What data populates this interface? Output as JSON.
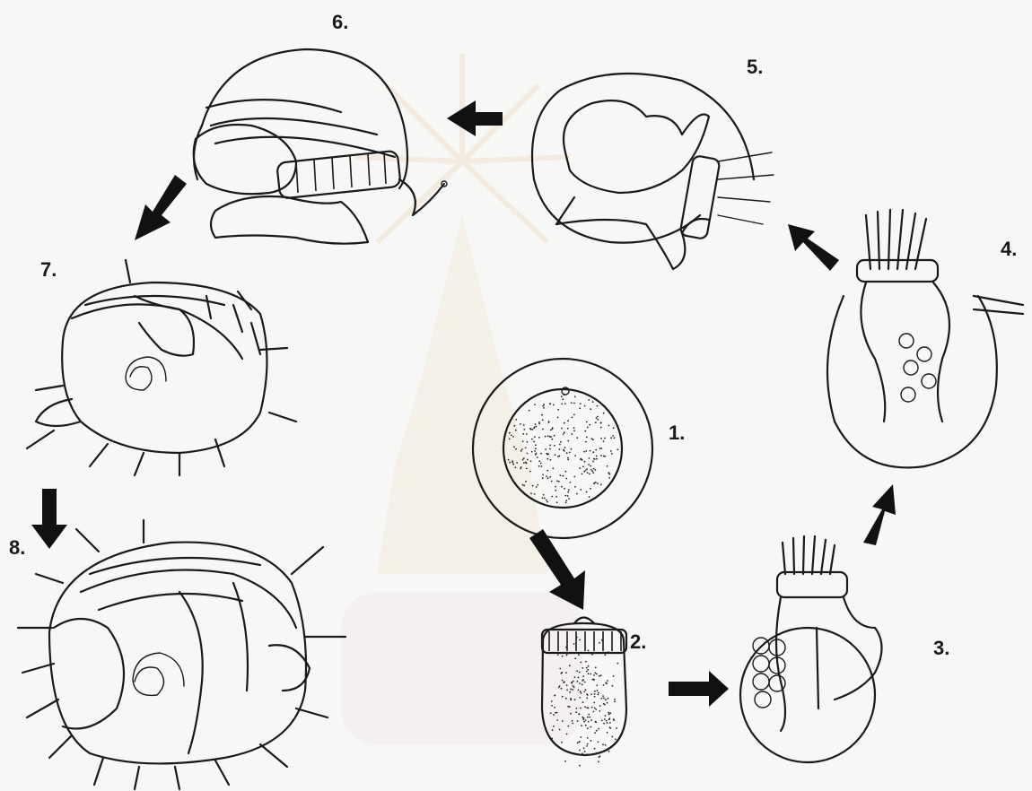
{
  "stages": [
    {
      "id": 1,
      "label": "1."
    },
    {
      "id": 2,
      "label": "2."
    },
    {
      "id": 3,
      "label": "3."
    },
    {
      "id": 4,
      "label": "4."
    },
    {
      "id": 5,
      "label": "5."
    },
    {
      "id": 6,
      "label": "6."
    },
    {
      "id": 7,
      "label": "7."
    },
    {
      "id": 8,
      "label": "8."
    }
  ],
  "colors": {
    "ink": "#1a1a1a",
    "paper": "#f7f7f5",
    "watermark": "#e8c9a0"
  },
  "watermark": {
    "present": true,
    "kind": "institutional seal"
  }
}
